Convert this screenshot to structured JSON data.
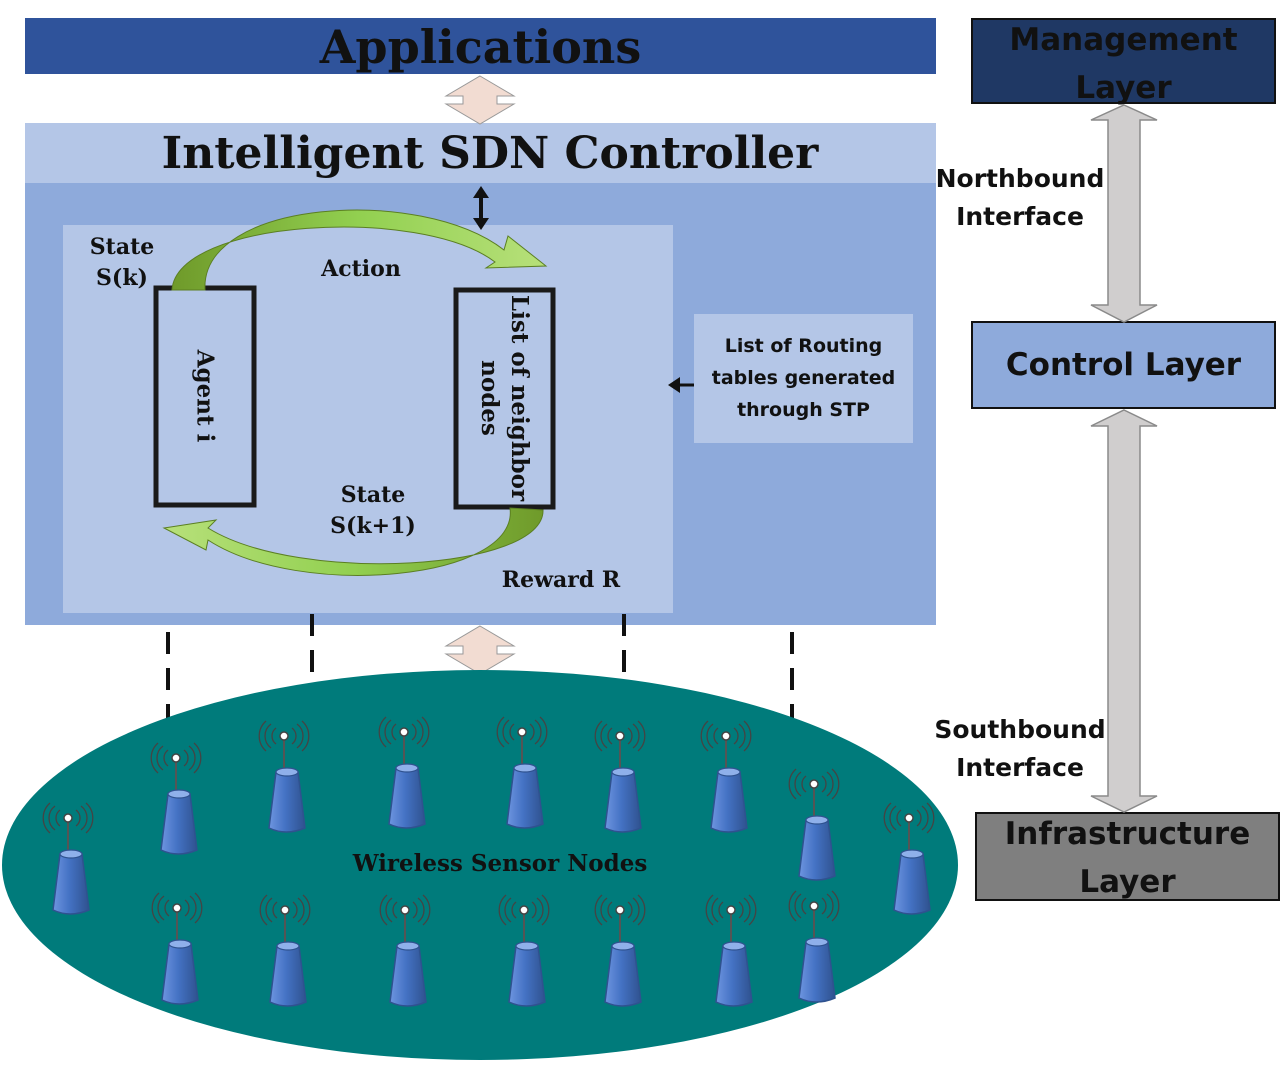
{
  "colors": {
    "applications": "#2f539b",
    "controller_outer": "#8eaadb",
    "controller_inner": "#b4c6e7",
    "management_layer": "#1f3864",
    "control_layer": "#8eaadb",
    "infrastructure_layer": "#7f7f7f",
    "sensor_field": "#007b7b",
    "sensor_node": "#4472c4",
    "cycle_arrow": "#92d050",
    "interface_arrow": "#d0cece"
  },
  "applications": {
    "title": "Applications"
  },
  "controller": {
    "title": "Intelligent SDN Controller",
    "state_k": {
      "line1": "State",
      "line2": "S(k)"
    },
    "action": "Action",
    "agent": "Agent i",
    "neighbor_list": {
      "line1": "List of neighbor",
      "line2": "nodes"
    },
    "state_k1": {
      "line1": "State",
      "line2": "S(k+1)"
    },
    "reward": "Reward R",
    "routing_tables": {
      "line1": "List of Routing",
      "line2": "tables generated",
      "line3": "through STP"
    }
  },
  "sensor_field": {
    "label": "Wireless Sensor Nodes"
  },
  "layers": {
    "management": {
      "line1": "Management",
      "line2": "Layer"
    },
    "control": {
      "label": "Control Layer"
    },
    "infrastructure": {
      "line1": "Infrastructure",
      "line2": "Layer"
    }
  },
  "interfaces": {
    "northbound": {
      "line1": "Northbound",
      "line2": "Interface"
    },
    "southbound": {
      "line1": "Southbound",
      "line2": "Interface"
    }
  },
  "icons": [
    "double-arrow-icon",
    "sensor-node-icon",
    "antenna-signal-icon",
    "cycle-arrow-icon"
  ]
}
